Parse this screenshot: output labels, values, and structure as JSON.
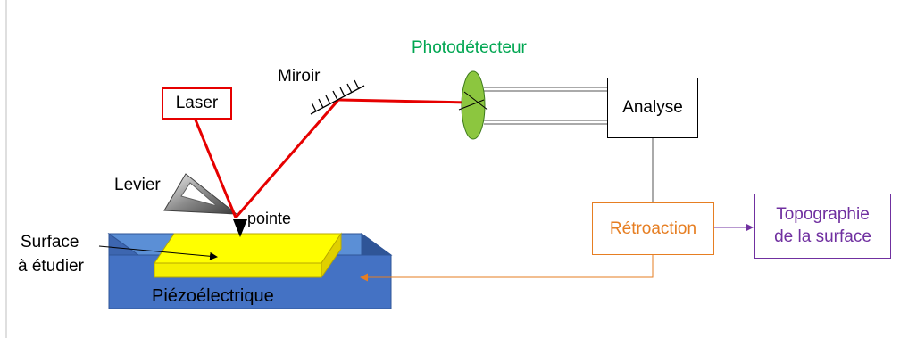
{
  "labels": {
    "laser": "Laser",
    "miroir": "Miroir",
    "photodetecteur": "Photodétecteur",
    "analyse": "Analyse",
    "levier": "Levier",
    "pointe": "pointe",
    "surface_line1": "Surface",
    "surface_line2": "à étudier",
    "piezo": "Piézoélectrique",
    "retroaction": "Rétroaction",
    "topo_line1": "Topographie",
    "topo_line2": "de la surface"
  },
  "colors": {
    "laser_beam": "#e60000",
    "photodetector_fill": "#8cc63f",
    "photodetector_label": "#00a651",
    "piezo_top": "#5b8fd6",
    "piezo_front": "#4472c4",
    "piezo_side": "#2f5597",
    "sample_yellow": "#ffff00",
    "retroaction": "#e67e22",
    "topographie": "#7030a0"
  }
}
